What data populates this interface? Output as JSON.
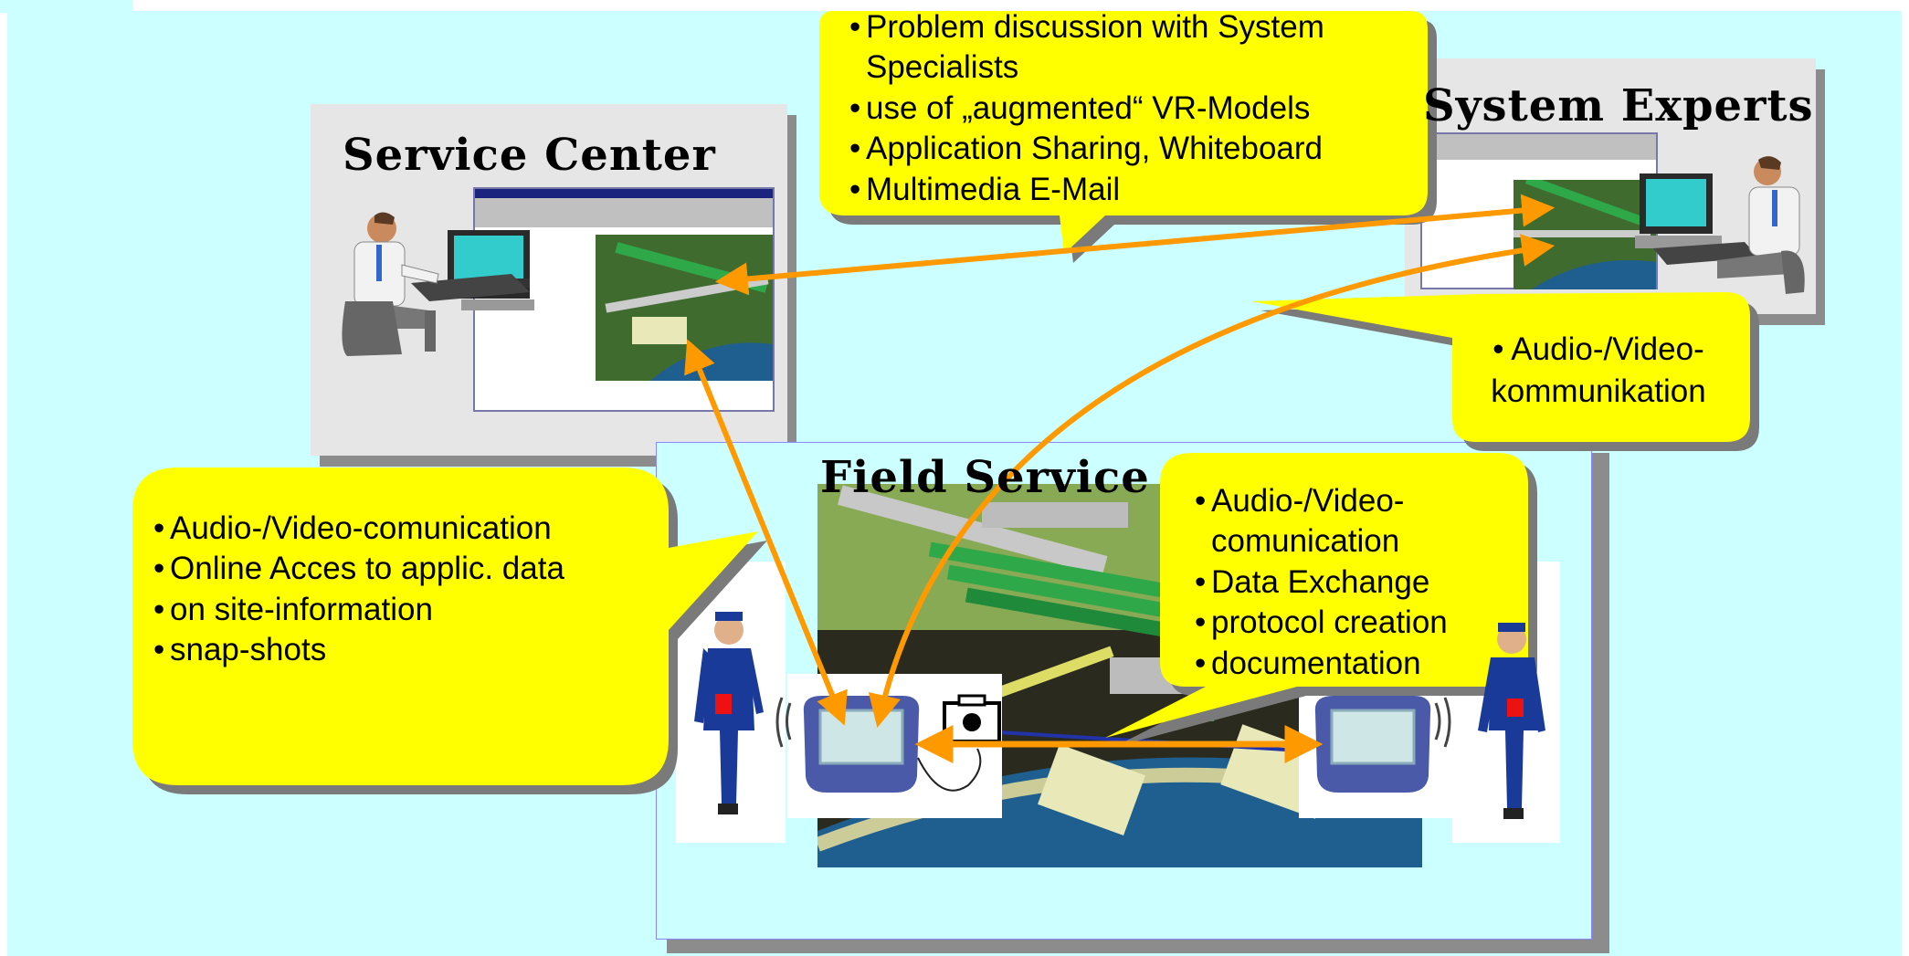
{
  "service_center": {
    "title": "Service Center"
  },
  "system_experts": {
    "title": "System Experts"
  },
  "field_service": {
    "title": "Field Service"
  },
  "callouts": {
    "experts_top": {
      "items": [
        "Problem discussion with System Specialists",
        "use of „augmented“ VR-Models",
        "Application Sharing, Whiteboard",
        "Multimedia E-Mail"
      ]
    },
    "experts_av": {
      "text": "• Audio-/Video-kommunikation"
    },
    "service_left": {
      "items": [
        "Audio-/Video-comunication",
        "Online Acces  to applic. data",
        "on site-information",
        "snap-shots"
      ]
    },
    "field_right": {
      "items": [
        "Audio-/Video-comunication",
        "Data Exchange",
        "protocol creation",
        "documentation"
      ]
    }
  },
  "colors": {
    "background": "#ccffff",
    "callout_fill": "#ffff00",
    "arrow": "#ff9900",
    "panel_grey": "#e6e6e6",
    "shadow": "#8c8c8c"
  },
  "icons": [
    "computer-user-icon",
    "screen-window-icon",
    "worker-icon",
    "handheld-device-icon",
    "camera-icon"
  ]
}
